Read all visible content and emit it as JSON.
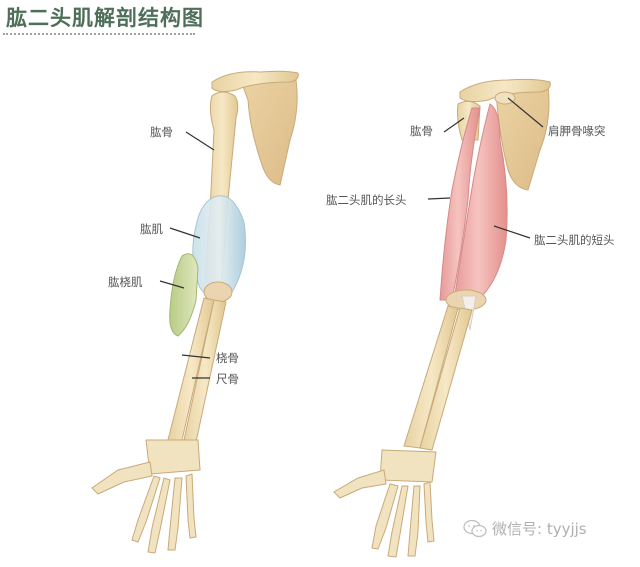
{
  "title": "肱二头肌解剖结构图",
  "colors": {
    "title": "#4f6f5a",
    "bone": "#efdcb0",
    "bone_edge": "#c9a979",
    "scapula": "#e6c99a",
    "brachialis": "#bcd9e6",
    "brachioradialis": "#c9d79a",
    "biceps": "#eeaaa8",
    "label_text": "#555555",
    "leader_line": "#333333"
  },
  "left_figure": {
    "labels": [
      {
        "id": "humerus",
        "text": "肱骨"
      },
      {
        "id": "brachialis",
        "text": "肱肌"
      },
      {
        "id": "brachioradialis",
        "text": "肱桡肌"
      },
      {
        "id": "radius",
        "text": "桡骨"
      },
      {
        "id": "ulna",
        "text": "尺骨"
      }
    ]
  },
  "right_figure": {
    "labels": [
      {
        "id": "humerus",
        "text": "肱骨"
      },
      {
        "id": "coracoid",
        "text": "肩胛骨喙突"
      },
      {
        "id": "long_head",
        "text": "肱二头肌的长头"
      },
      {
        "id": "short_head",
        "text": "肱二头肌的短头"
      }
    ]
  },
  "watermark": {
    "text": "微信号: tyyjjs",
    "icon": "wechat-icon"
  }
}
